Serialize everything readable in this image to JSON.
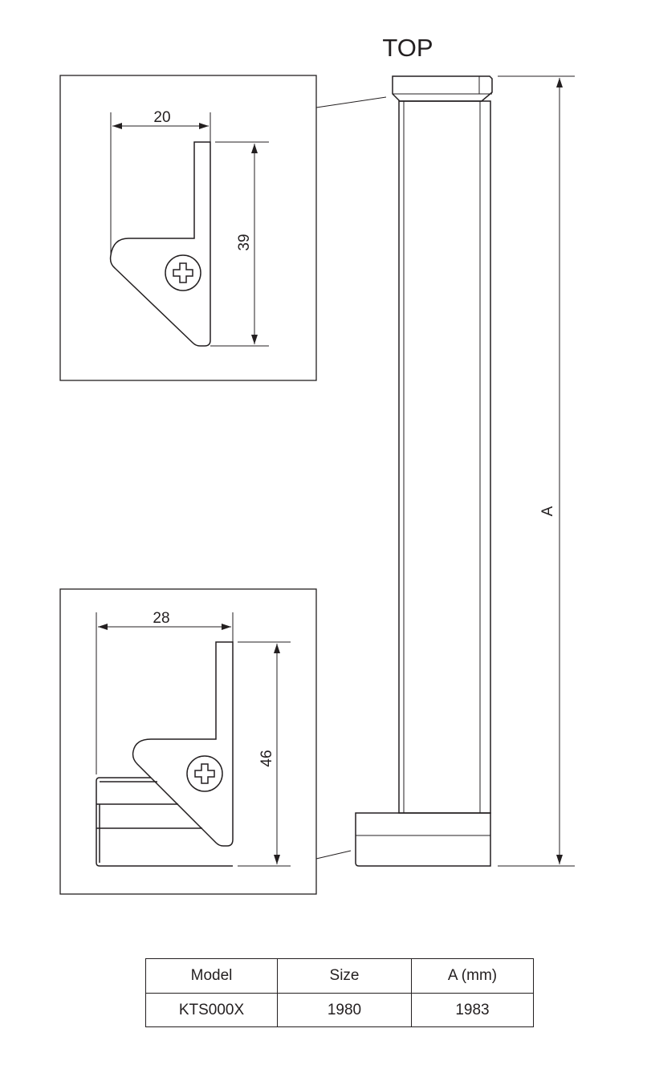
{
  "title": "TOP",
  "dimensions": {
    "top_width": "20",
    "top_height": "39",
    "bottom_width": "28",
    "bottom_height": "46",
    "overall": "A"
  },
  "table": {
    "headers": [
      "Model",
      "Size",
      "A (mm)"
    ],
    "rows": [
      [
        "KTS000X",
        "1980",
        "1983"
      ]
    ]
  },
  "colors": {
    "ink": "#231f20",
    "background": "#ffffff"
  }
}
